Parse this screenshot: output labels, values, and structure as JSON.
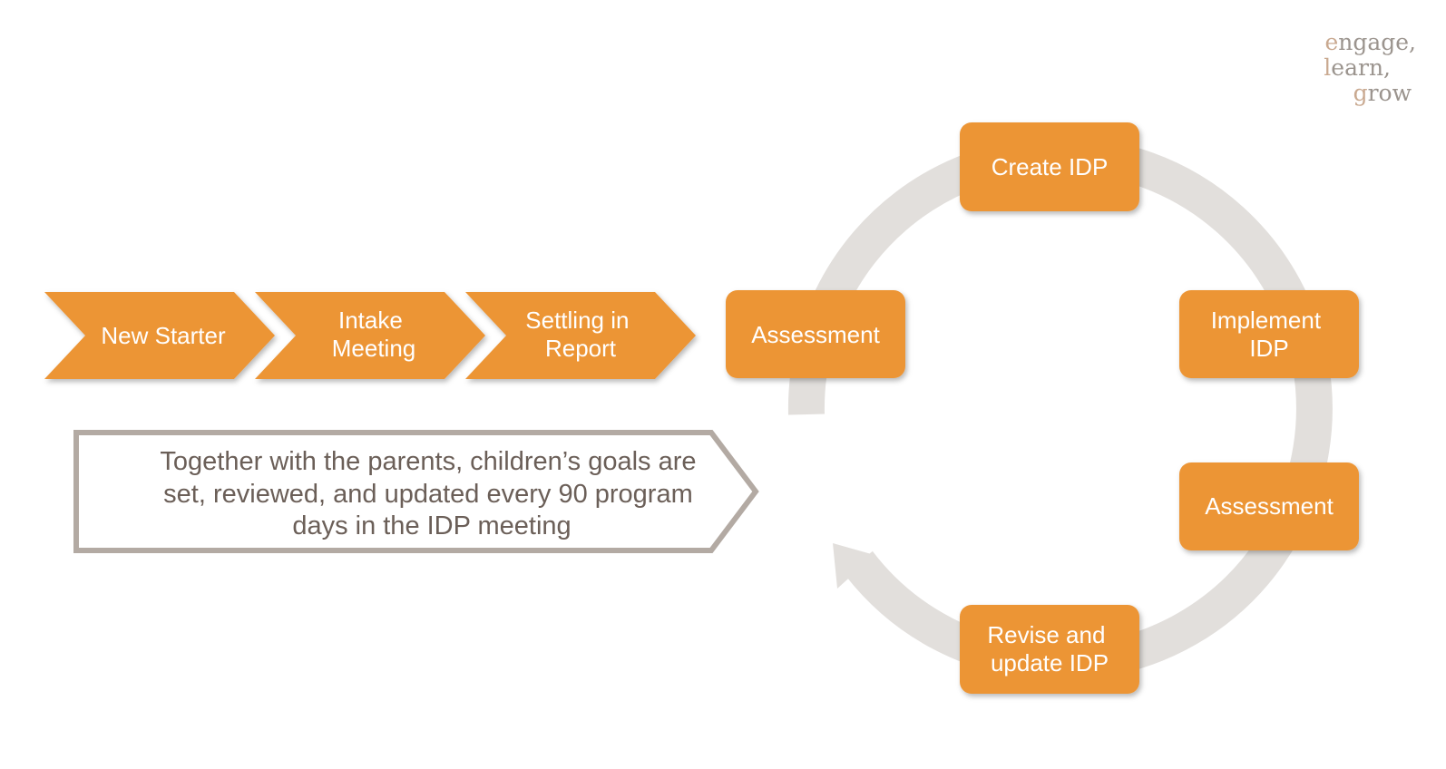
{
  "logo": {
    "lines": [
      "engage,",
      "learn,",
      "grow"
    ],
    "accent_color": "#c9a990"
  },
  "chevrons": [
    {
      "label": "New Starter"
    },
    {
      "label": "Intake Meeting"
    },
    {
      "label": "Settling in Report"
    }
  ],
  "cycle": {
    "entry_label": "Assessment",
    "nodes": [
      {
        "label": "Create IDP"
      },
      {
        "label": "Implement IDP"
      },
      {
        "label": "Assessment"
      },
      {
        "label": "Revise and update IDP"
      }
    ]
  },
  "note": {
    "text": "Together with the parents, children’s goals are set, reviewed, and updated every 90 program days in the IDP meeting"
  },
  "colors": {
    "orange": "#ec9535",
    "arrow_gray": "#e2dfdc",
    "note_border": "#b3aaa3",
    "text_dark": "#6b5f58"
  }
}
